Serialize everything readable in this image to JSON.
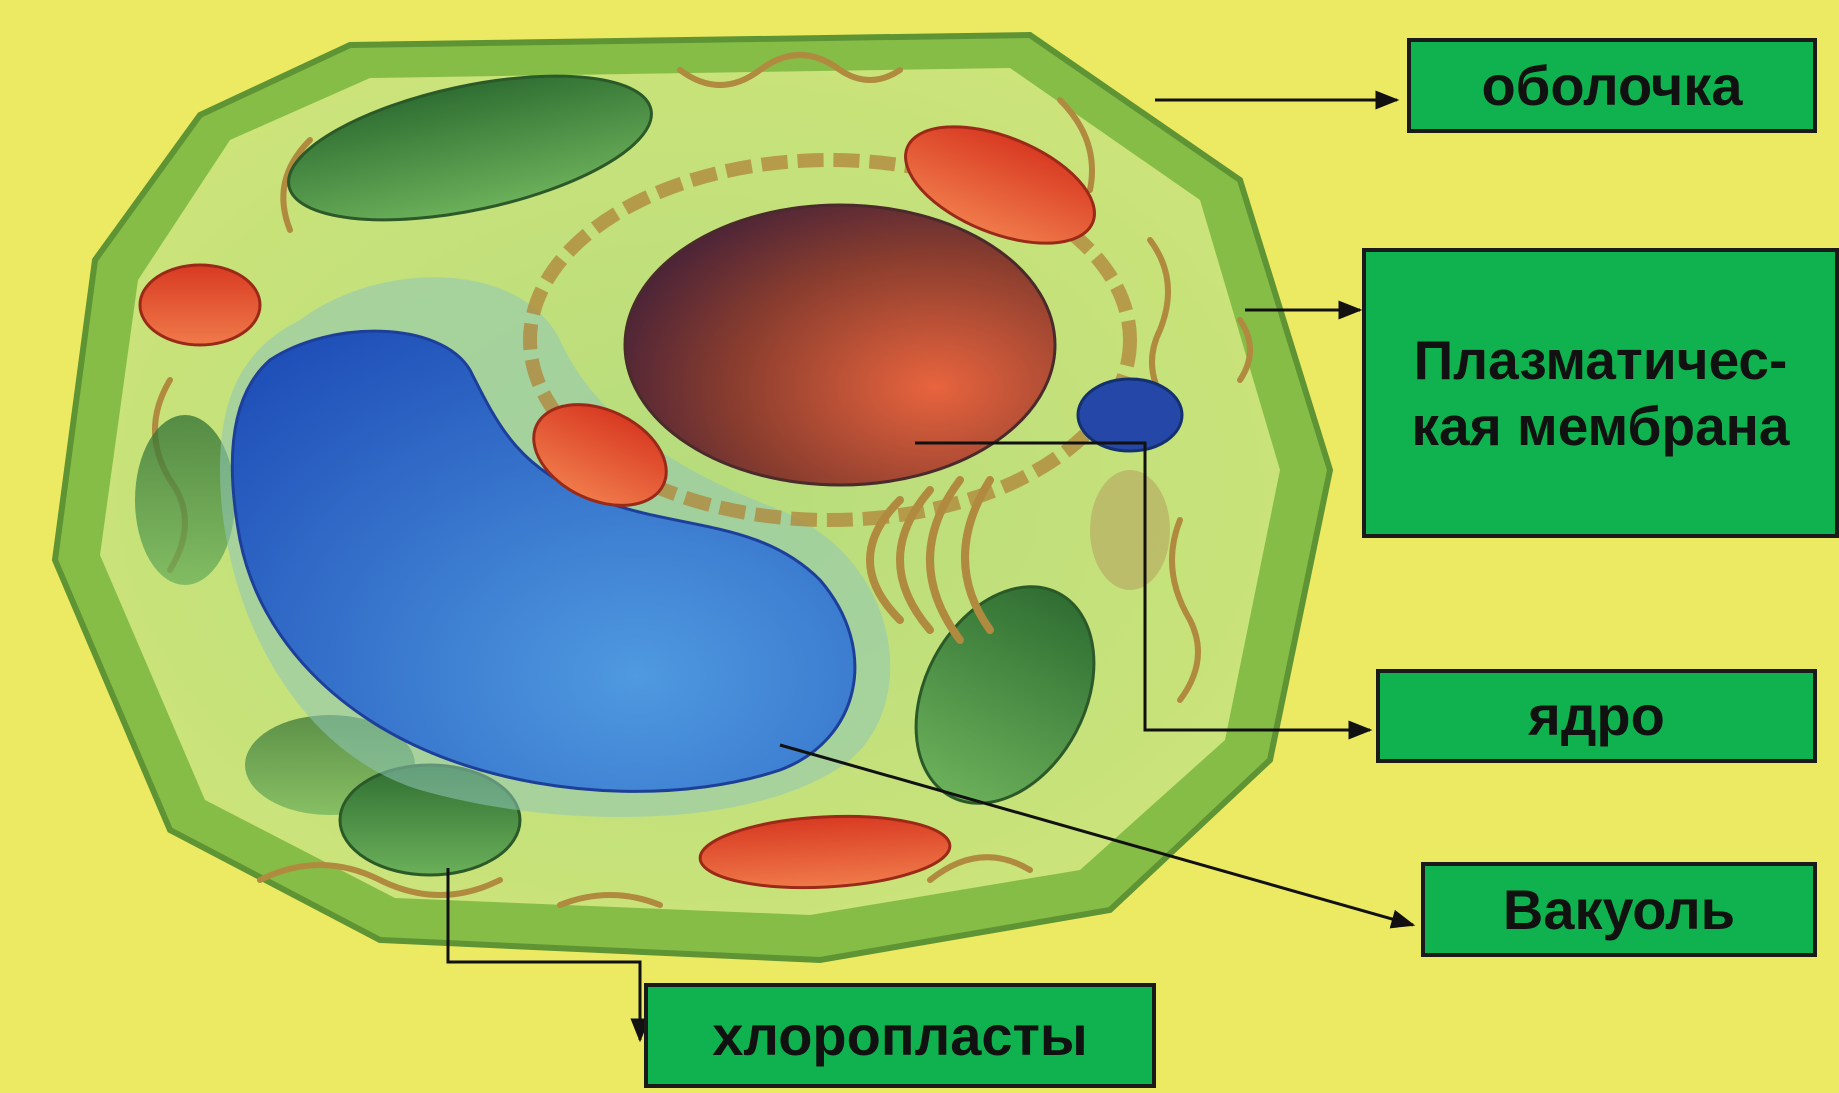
{
  "labels": {
    "shell": "оболочка",
    "membrane": "Плазматичес-\nкая мембрана",
    "nucleus": "ядро",
    "vacuole": "Вакуоль",
    "chloroplasts": "хлоропласты"
  },
  "colors": {
    "background": "#ecea62",
    "label_fill": "#0fb24e",
    "cell_wall": "#8cc04a",
    "cytoplasm": "#c4df6e",
    "vacuole": "#2f66c8",
    "nucleus": "#b85a3a",
    "mitochondria": "#d8452a",
    "chloroplast": "#3f8a3a"
  }
}
